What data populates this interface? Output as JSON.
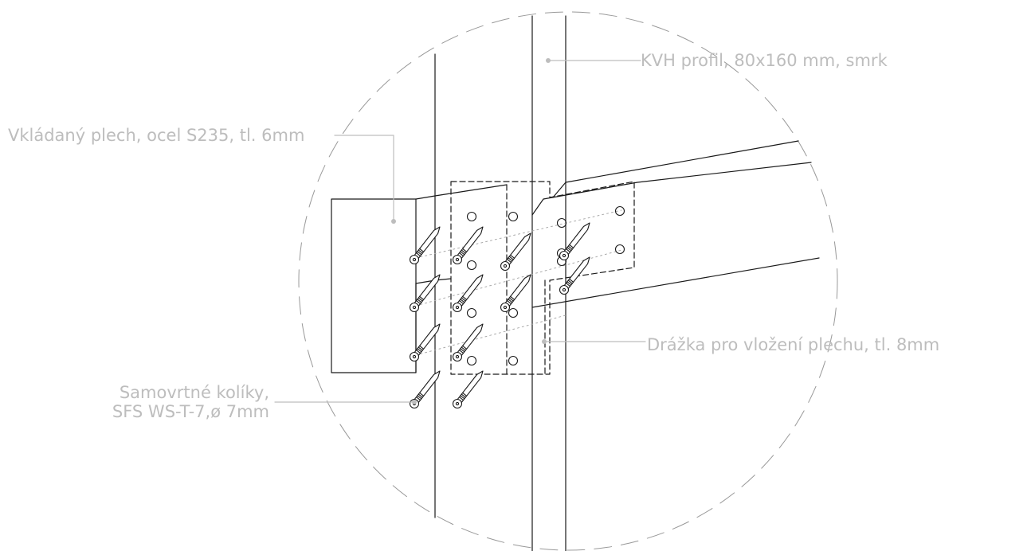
{
  "labels": {
    "kvh_profile": "KVH profil, 80x160 mm, smrk",
    "inserted_plate": "Vkládaný plech, ocel S235, tl. 6mm",
    "plate_slot": "Drážka pro vložení plechu, tl. 8mm",
    "self_drilling_dowels_line1": "Samovrtné kolíky,",
    "self_drilling_dowels_line2": "SFS WS-T-7,ø 7mm"
  },
  "colors": {
    "linework": "#1a1a1a",
    "callout": "#bdbdbd",
    "background": "#ffffff"
  }
}
